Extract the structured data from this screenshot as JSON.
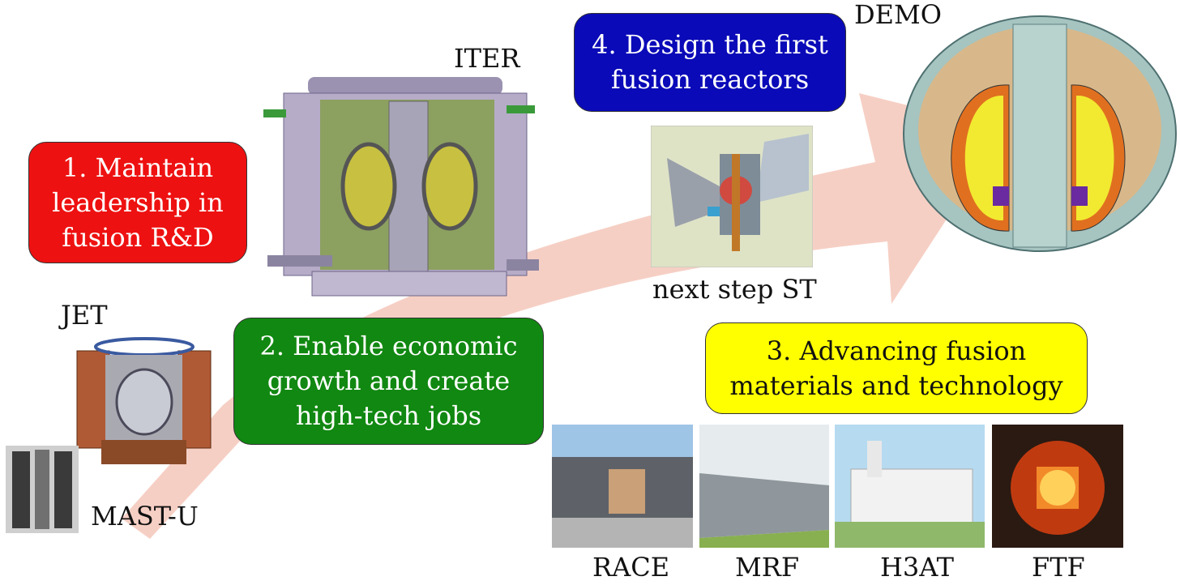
{
  "boxes": {
    "goal1": {
      "lines": [
        "1. Maintain",
        "leadership in",
        "fusion R&D"
      ],
      "color": "#ee1111"
    },
    "goal2": {
      "lines": [
        "2. Enable economic",
        "growth and create",
        "high-tech jobs"
      ],
      "color": "#118811"
    },
    "goal3": {
      "lines": [
        "3. Advancing fusion",
        "materials and technology"
      ],
      "color": "#ffff00"
    },
    "goal4": {
      "lines": [
        "4. Design the first",
        "fusion reactors"
      ],
      "color": "#0a0ab8"
    }
  },
  "machines": {
    "iter": "ITER",
    "demo": "DEMO",
    "jet": "JET",
    "mast": "MAST-U",
    "st": "next step ST"
  },
  "facilities": [
    "RACE",
    "MRF",
    "H3AT",
    "FTF"
  ],
  "arrow_color": "#f6cfc4"
}
